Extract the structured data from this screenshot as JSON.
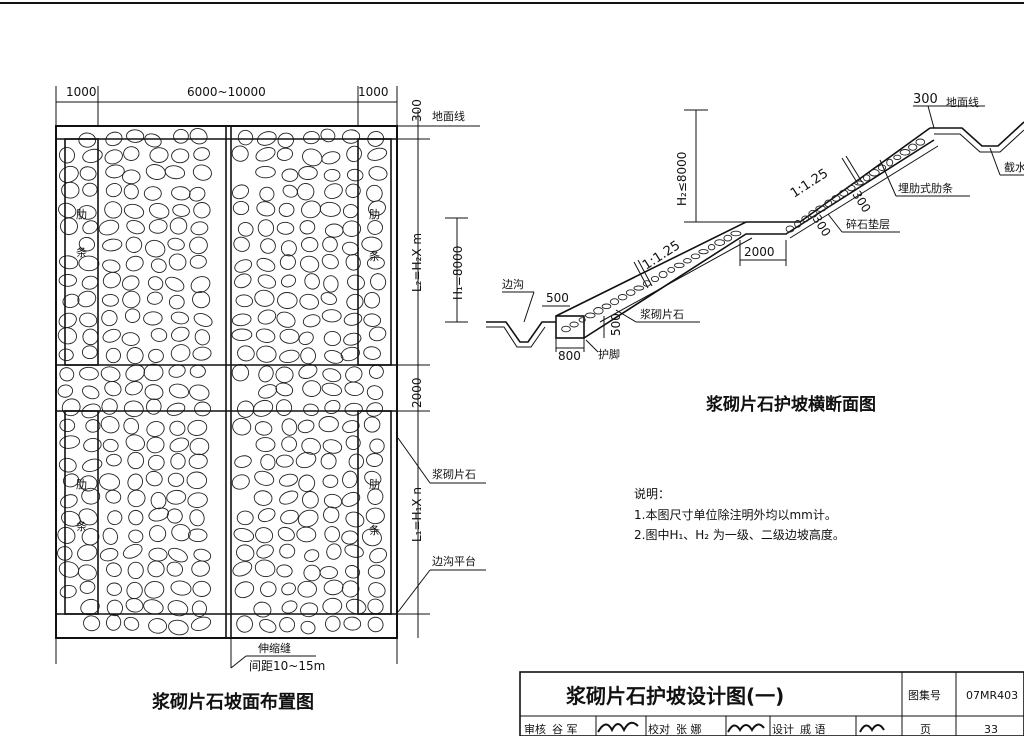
{
  "plan": {
    "dim_top_left": "1000",
    "dim_top_mid": "6000~10000",
    "dim_top_right": "1000",
    "dim_side_300": "300",
    "dim_side_l2": "L₂=H₂X m",
    "dim_side_h1": "H₁=8000",
    "dim_side_2000": "2000",
    "dim_side_l1": "L₁=H₁X n",
    "label_ground_line": "地面线",
    "label_mortar_stone": "浆砌片石",
    "label_ditch_platform": "边沟平台",
    "label_expansion_joint": "伸缩缝",
    "label_joint_spacing": "间距10~15m",
    "rib_label_a": "肋",
    "rib_label_b": "条",
    "title": "浆砌片石坡面布置图"
  },
  "section": {
    "label_ground_line": "地面线",
    "dim_300_top": "300",
    "label_cut_ditch": "截水",
    "label_rib": "埋肋式肋条",
    "label_gravel": "碎石垫层",
    "dim_300_a": "300",
    "dim_300_b": "300",
    "slope_upper": "1:1.25",
    "slope_lower": "1:1.25",
    "dim_h2": "H₂≤8000",
    "dim_2000": "2000",
    "label_side_ditch": "边沟",
    "dim_500_w": "500",
    "dim_500_h": "500",
    "dim_800": "800",
    "label_toe": "护脚",
    "label_stone": "浆砌片石",
    "title": "浆砌片石护坡横断面图"
  },
  "notes": {
    "heading": "说明：",
    "line1": "1.本图尺寸单位除注明外均以mm计。",
    "line2": "2.图中H₁、H₂ 为一级、二级边坡高度。"
  },
  "title_block": {
    "title": "浆砌片石护坡设计图(一)",
    "atlas_label": "图集号",
    "atlas_no": "07MR403",
    "page_label": "页",
    "page_no": "33",
    "review_label": "审核",
    "review_name": "谷 军",
    "check_label": "校对",
    "check_name": "张 娜",
    "design_label": "设计",
    "design_name": "戚 语"
  }
}
